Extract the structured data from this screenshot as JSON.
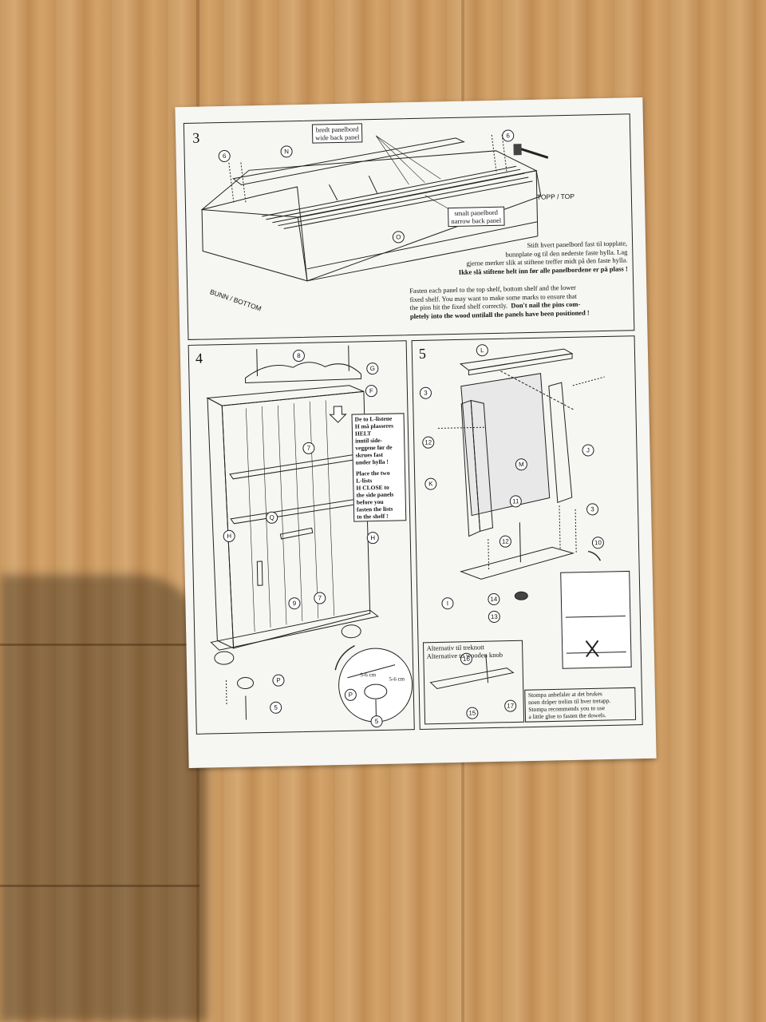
{
  "step3": {
    "number": "3",
    "label_wide_no": "bredt panelbord",
    "label_wide_en": "wide back panel",
    "label_narrow_no": "smalt panelbord",
    "label_narrow_en": "narrow back panel",
    "label_top": "TOPP / TOP",
    "label_bottom": "BUNN / BOTTOM",
    "part_6a": "6",
    "part_6b": "6",
    "part_n": "N",
    "part_o": "O",
    "text_no_1": "Stift hvert panelbord fast til topplate,",
    "text_no_2": "bunnplate og til den nederste faste hylla.  Lag",
    "text_no_3": "gjerne merker slik at stiftene treffer midt på den faste hylla.",
    "text_no_4": "Ikke slå stiftene  helt inn før alle panelbordene er på plass !",
    "text_en_1": "Fasten each panel to the top shelf, bottom shelf and the lower",
    "text_en_2": "fixed shelf.  You may want to make some marks to ensure that",
    "text_en_3a": "the pins hit the fixed shelf correctly.",
    "text_en_3b": "Don't nail the pins com-",
    "text_en_4": "pletely into the wood untilall the panels have been positioned !"
  },
  "step4": {
    "number": "4",
    "part_8": "8",
    "part_g": "G",
    "part_f": "F",
    "part_7a": "7",
    "part_7b": "7",
    "part_q": "Q",
    "part_h1": "H",
    "part_h2": "H",
    "part_9": "9",
    "part_p1": "P",
    "part_p2": "P",
    "part_5a": "5",
    "part_5b": "5",
    "dim_1": "5-6 cm",
    "dim_2": "5-6 cm",
    "note_1": "De to L-listene",
    "note_2": "H må plasseres",
    "note_3": "HELT",
    "note_4": "inntil side-",
    "note_5": "veggene før de",
    "note_6": "skrues fast",
    "note_7": "under hylla !",
    "note_8": "Place the two",
    "note_9": "L-lists",
    "note_10": "H CLOSE to",
    "note_11": "the side panels",
    "note_12": "before you",
    "note_13": "fasten the lists",
    "note_14": "to the shelf !"
  },
  "step5": {
    "number": "5",
    "part_l": "L",
    "part_3a": "3",
    "part_3b": "3",
    "part_12a": "12",
    "part_12b": "12",
    "part_k": "K",
    "part_m": "M",
    "part_j": "J",
    "part_11": "11",
    "part_10": "10",
    "part_i": "I",
    "part_14": "14",
    "part_13": "13",
    "part_16": "16",
    "part_15": "15",
    "part_17": "17",
    "alt_no": "Alternativ til treknott",
    "alt_en": "Alternative to wooden knob",
    "glue_1": "Stompa anbefaler at det brukes",
    "glue_2": "noen dråper trelim til hver tretapp.",
    "glue_3": "Stompa recommends you to use",
    "glue_4": "a little glue to fasten the dowels."
  }
}
